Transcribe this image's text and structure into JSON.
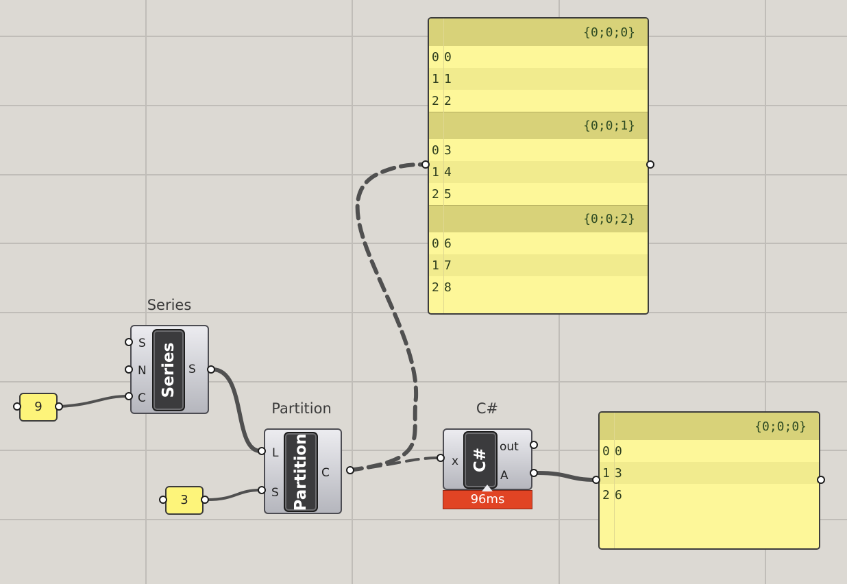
{
  "canvas": {
    "background": "#dcd9d3",
    "grid_color": "#c0bdb8"
  },
  "panel_top": {
    "branches": [
      {
        "path": "{0;0;0}",
        "items": [
          {
            "index": "0",
            "value": "0"
          },
          {
            "index": "1",
            "value": "1"
          },
          {
            "index": "2",
            "value": "2"
          }
        ]
      },
      {
        "path": "{0;0;1}",
        "items": [
          {
            "index": "0",
            "value": "3"
          },
          {
            "index": "1",
            "value": "4"
          },
          {
            "index": "2",
            "value": "5"
          }
        ]
      },
      {
        "path": "{0;0;2}",
        "items": [
          {
            "index": "0",
            "value": "6"
          },
          {
            "index": "1",
            "value": "7"
          },
          {
            "index": "2",
            "value": "8"
          }
        ]
      }
    ]
  },
  "panel_right": {
    "branches": [
      {
        "path": "{0;0;0}",
        "items": [
          {
            "index": "0",
            "value": "0"
          },
          {
            "index": "1",
            "value": "3"
          },
          {
            "index": "2",
            "value": "6"
          }
        ]
      }
    ]
  },
  "series": {
    "label": "Series",
    "nickname": "Series",
    "inputs": [
      "S",
      "N",
      "C"
    ],
    "output": "S"
  },
  "partition": {
    "label": "Partition",
    "nickname": "Partition",
    "inputs": [
      "L",
      "S"
    ],
    "output": "C"
  },
  "csharp": {
    "label": "C#",
    "nickname": "C#",
    "input": "x",
    "outputs": [
      "out",
      "A"
    ],
    "timer": "96ms",
    "timer_color": "#e14424"
  },
  "number_nine": "9",
  "number_three": "3"
}
